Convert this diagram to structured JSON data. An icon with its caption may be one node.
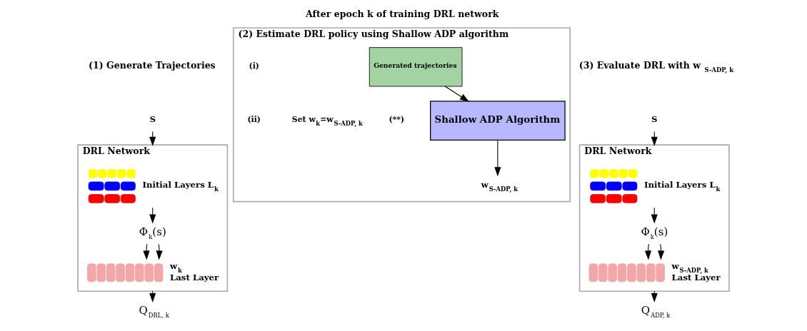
{
  "diagram": {
    "title": "After epoch k of training DRL network",
    "nodes": [
      {
        "text": [
          "DRL Network"
        ]
      },
      {
        "text": [
          "S"
        ]
      },
      {
        "text": [],
        "shape": "picture",
        "in": 0,
        "beside": [
          "Initial Layers L$_{k}$"
        ]
      },
      {
        "text": [
          "Φ$_{k}$(s)"
        ],
        "in": 0
      },
      {
        "text": [],
        "shape": "picture",
        "in": 0,
        "beside": [
          "w$_{k}$",
          "Last Layer"
        ]
      },
      {
        "text": [
          "Q$_{DRL, k}$"
        ]
      },
      {
        "text": [
          "(2) Estimate DRL policy using Shallow ADP algorithm"
        ]
      },
      {
        "text": [
          "Generated trajectories"
        ],
        "in": 6
      },
      {
        "text": [
          "Shallow ADP Algorithm"
        ],
        "in": 6
      },
      {
        "text": [
          "w$_{S-ADP, k}$"
        ],
        "in": 6
      },
      {
        "text": [
          "DRL Network"
        ]
      },
      {
        "text": [
          "S"
        ]
      },
      {
        "text": [],
        "shape": "picture",
        "in": 10,
        "beside": [
          "Initial Layers L$_{k}$"
        ]
      },
      {
        "text": [
          "Φ$_{k}$(s)"
        ],
        "in": 10
      },
      {
        "text": [],
        "shape": "picture",
        "in": 10,
        "beside": [
          "w$_{S-ADP, k}$",
          "Last Layer"
        ]
      },
      {
        "text": [
          "Q$_{ADP, k}$"
        ]
      }
    ],
    "edges": [
      {
        "from": 1,
        "to": 0,
        "arrow": "to"
      },
      {
        "from": 2,
        "to": 3,
        "arrow": "to"
      },
      {
        "from": 3,
        "to": 4,
        "arrow": "to"
      },
      {
        "from": 3,
        "to": 4,
        "arrow": "to"
      },
      {
        "from": 0,
        "to": 5,
        "arrow": "to"
      },
      {
        "from": 7,
        "to": 8,
        "arrow": "to"
      },
      {
        "from": 8,
        "to": 9,
        "arrow": "to"
      },
      {
        "from": 11,
        "to": 10,
        "arrow": "to"
      },
      {
        "from": 12,
        "to": 13,
        "arrow": "to"
      },
      {
        "from": 13,
        "to": 14,
        "arrow": "to"
      },
      {
        "from": 13,
        "to": 14,
        "arrow": "to"
      },
      {
        "from": 10,
        "to": 15,
        "arrow": "to"
      }
    ],
    "labels": [
      "(1) Generate Trajectories",
      "(3) Evaluate DRL with w $_{S-ADP, k}$",
      "(i)",
      "(ii)",
      "Set w$_{k}$=w$_{S-ADP, k}$",
      "(**)"
    ]
  }
}
